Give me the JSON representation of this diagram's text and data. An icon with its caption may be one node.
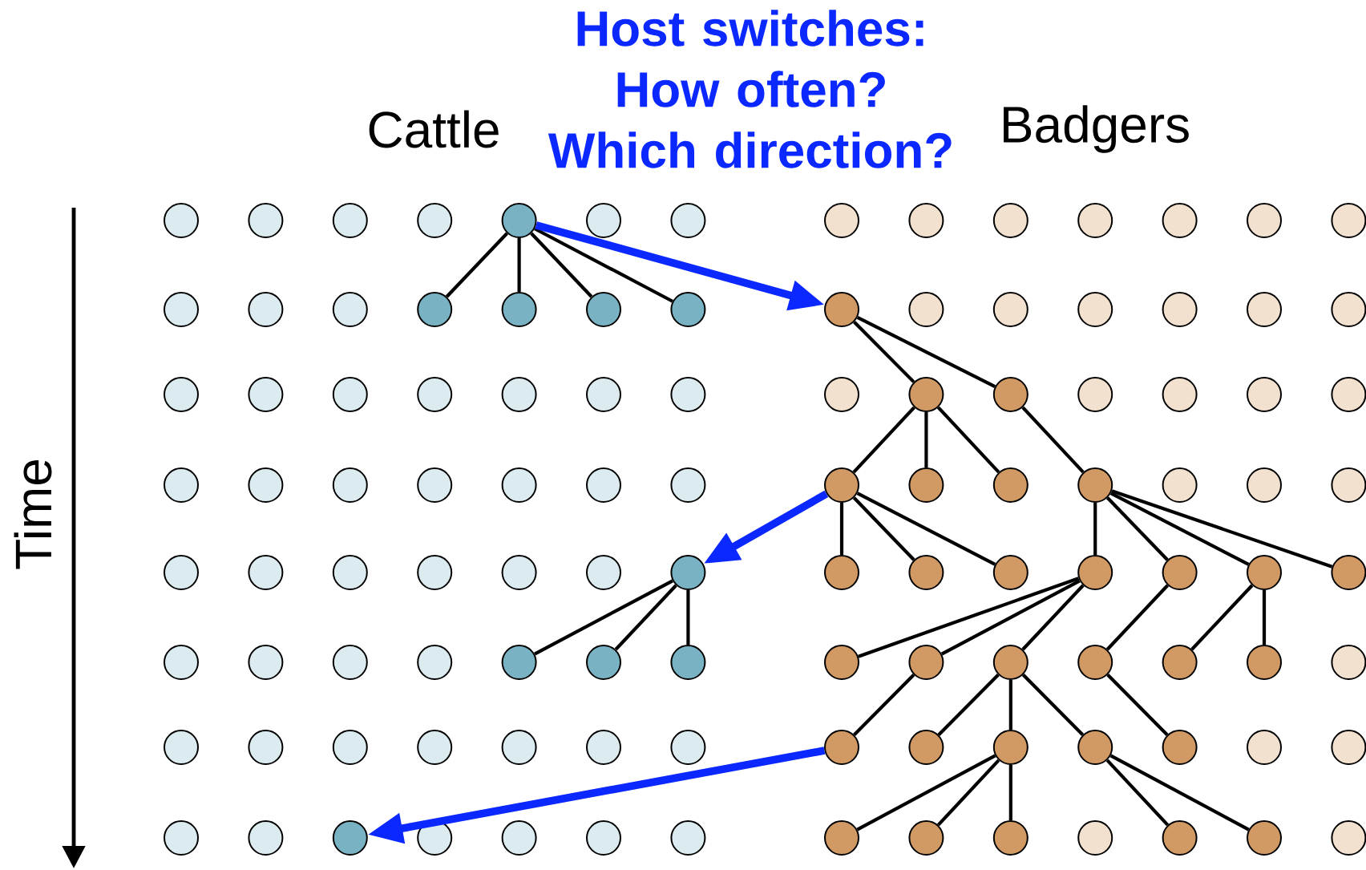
{
  "diagram": {
    "title": "Host switches: How often? Which direction?",
    "nodes": [
      {
        "text": [],
        "shape": "circle"
      },
      {
        "text": [],
        "shape": "circle"
      },
      {
        "text": [],
        "shape": "circle"
      },
      {
        "text": [],
        "shape": "circle"
      },
      {
        "text": [],
        "shape": "circle"
      },
      {
        "text": [],
        "shape": "circle"
      },
      {
        "text": [],
        "shape": "circle"
      },
      {
        "text": [],
        "shape": "circle"
      },
      {
        "text": [],
        "shape": "circle"
      },
      {
        "text": [],
        "shape": "circle"
      },
      {
        "text": [],
        "shape": "circle"
      },
      {
        "text": [],
        "shape": "circle"
      },
      {
        "text": [],
        "shape": "circle"
      },
      {
        "text": [],
        "shape": "circle"
      },
      {
        "text": [],
        "shape": "circle"
      },
      {
        "text": [],
        "shape": "circle"
      },
      {
        "text": [],
        "shape": "circle"
      },
      {
        "text": [],
        "shape": "circle"
      },
      {
        "text": [],
        "shape": "circle"
      },
      {
        "text": [],
        "shape": "circle"
      },
      {
        "text": [],
        "shape": "circle"
      },
      {
        "text": [],
        "shape": "circle"
      },
      {
        "text": [],
        "shape": "circle"
      },
      {
        "text": [],
        "shape": "circle"
      },
      {
        "text": [],
        "shape": "circle"
      },
      {
        "text": [],
        "shape": "circle"
      },
      {
        "text": [],
        "shape": "circle"
      },
      {
        "text": [],
        "shape": "circle"
      },
      {
        "text": [],
        "shape": "circle"
      },
      {
        "text": [],
        "shape": "circle"
      },
      {
        "text": [],
        "shape": "circle"
      },
      {
        "text": [],
        "shape": "circle"
      },
      {
        "text": [],
        "shape": "circle"
      },
      {
        "text": [],
        "shape": "circle"
      },
      {
        "text": [],
        "shape": "circle"
      },
      {
        "text": [],
        "shape": "circle"
      },
      {
        "text": [],
        "shape": "circle"
      },
      {
        "text": [],
        "shape": "circle"
      },
      {
        "text": [],
        "shape": "circle"
      },
      {
        "text": [],
        "shape": "circle"
      },
      {
        "text": [],
        "shape": "circle"
      },
      {
        "text": [],
        "shape": "circle"
      },
      {
        "text": [],
        "shape": "circle"
      },
      {
        "text": [],
        "shape": "circle"
      },
      {
        "text": [],
        "shape": "circle"
      },
      {
        "text": [],
        "shape": "circle"
      },
      {
        "text": [],
        "shape": "circle"
      },
      {
        "text": [],
        "shape": "circle"
      },
      {
        "text": [],
        "shape": "circle"
      },
      {
        "text": [],
        "shape": "circle"
      },
      {
        "text": [],
        "shape": "circle"
      },
      {
        "text": [],
        "shape": "circle"
      },
      {
        "text": [],
        "shape": "circle"
      },
      {
        "text": [],
        "shape": "circle"
      },
      {
        "text": [],
        "shape": "circle"
      },
      {
        "text": [],
        "shape": "circle"
      },
      {
        "text": [],
        "shape": "circle"
      },
      {
        "text": [],
        "shape": "circle"
      },
      {
        "text": [],
        "shape": "circle"
      },
      {
        "text": [],
        "shape": "circle"
      },
      {
        "text": [],
        "shape": "circle"
      },
      {
        "text": [],
        "shape": "circle"
      },
      {
        "text": [],
        "shape": "circle"
      },
      {
        "text": [],
        "shape": "circle"
      },
      {
        "text": [],
        "shape": "circle"
      },
      {
        "text": [],
        "shape": "circle"
      },
      {
        "text": [],
        "shape": "circle"
      },
      {
        "text": [],
        "shape": "circle"
      },
      {
        "text": [],
        "shape": "circle"
      },
      {
        "text": [],
        "shape": "circle"
      },
      {
        "text": [],
        "shape": "circle"
      },
      {
        "text": [],
        "shape": "circle"
      },
      {
        "text": [],
        "shape": "circle"
      },
      {
        "text": [],
        "shape": "circle"
      },
      {
        "text": [],
        "shape": "circle"
      },
      {
        "text": [],
        "shape": "circle"
      },
      {
        "text": [],
        "shape": "circle"
      },
      {
        "text": [],
        "shape": "circle"
      },
      {
        "text": [],
        "shape": "circle"
      },
      {
        "text": [],
        "shape": "circle"
      },
      {
        "text": [],
        "shape": "circle"
      },
      {
        "text": [],
        "shape": "circle"
      },
      {
        "text": [],
        "shape": "circle"
      },
      {
        "text": [],
        "shape": "circle"
      },
      {
        "text": [],
        "shape": "circle"
      },
      {
        "text": [],
        "shape": "circle"
      },
      {
        "text": [],
        "shape": "circle"
      },
      {
        "text": [],
        "shape": "circle"
      },
      {
        "text": [],
        "shape": "circle"
      },
      {
        "text": [],
        "shape": "circle"
      },
      {
        "text": [],
        "shape": "circle"
      },
      {
        "text": [],
        "shape": "circle"
      },
      {
        "text": [],
        "shape": "circle"
      },
      {
        "text": [],
        "shape": "circle"
      },
      {
        "text": [],
        "shape": "circle"
      },
      {
        "text": [],
        "shape": "circle"
      },
      {
        "text": [],
        "shape": "circle"
      },
      {
        "text": [],
        "shape": "circle"
      },
      {
        "text": [],
        "shape": "circle"
      },
      {
        "text": [],
        "shape": "circle"
      },
      {
        "text": [],
        "shape": "circle"
      },
      {
        "text": [],
        "shape": "circle"
      },
      {
        "text": [],
        "shape": "circle"
      },
      {
        "text": [],
        "shape": "circle"
      },
      {
        "text": [],
        "shape": "circle"
      },
      {
        "text": [],
        "shape": "circle"
      },
      {
        "text": [],
        "shape": "circle"
      },
      {
        "text": [],
        "shape": "circle"
      },
      {
        "text": [],
        "shape": "circle"
      },
      {
        "text": [],
        "shape": "circle"
      },
      {
        "text": [],
        "shape": "circle"
      },
      {
        "text": [],
        "shape": "circle"
      }
    ],
    "edges": [
      {
        "from": 4,
        "to": 17,
        "arrow": "none"
      },
      {
        "from": 4,
        "to": 18,
        "arrow": "none"
      },
      {
        "from": 4,
        "to": 19,
        "arrow": "none"
      },
      {
        "from": 4,
        "to": 20,
        "arrow": "none"
      },
      {
        "from": 4,
        "to": 21,
        "arrow": "to",
        "style": "thick",
        "color": "#0a28ff"
      },
      {
        "from": 21,
        "to": 36,
        "arrow": "none"
      },
      {
        "from": 21,
        "to": 37,
        "arrow": "none"
      },
      {
        "from": 36,
        "to": 49,
        "arrow": "none"
      },
      {
        "from": 36,
        "to": 50,
        "arrow": "none"
      },
      {
        "from": 36,
        "to": 51,
        "arrow": "none"
      },
      {
        "from": 37,
        "to": 52,
        "arrow": "none"
      },
      {
        "from": 49,
        "to": 63,
        "arrow": "none"
      },
      {
        "from": 49,
        "to": 64,
        "arrow": "none"
      },
      {
        "from": 49,
        "to": 65,
        "arrow": "none"
      },
      {
        "from": 49,
        "to": 62,
        "arrow": "to",
        "style": "thick",
        "color": "#0a28ff"
      },
      {
        "from": 52,
        "to": 66,
        "arrow": "none"
      },
      {
        "from": 52,
        "to": 67,
        "arrow": "none"
      },
      {
        "from": 52,
        "to": 68,
        "arrow": "none"
      },
      {
        "from": 52,
        "to": 69,
        "arrow": "none"
      },
      {
        "from": 62,
        "to": 74,
        "arrow": "none"
      },
      {
        "from": 62,
        "to": 75,
        "arrow": "none"
      },
      {
        "from": 62,
        "to": 76,
        "arrow": "none"
      },
      {
        "from": 66,
        "to": 77,
        "arrow": "none"
      },
      {
        "from": 66,
        "to": 78,
        "arrow": "none"
      },
      {
        "from": 66,
        "to": 79,
        "arrow": "none"
      },
      {
        "from": 67,
        "to": 80,
        "arrow": "none"
      },
      {
        "from": 68,
        "to": 81,
        "arrow": "none"
      },
      {
        "from": 68,
        "to": 82,
        "arrow": "none"
      },
      {
        "from": 78,
        "to": 91,
        "arrow": "none"
      },
      {
        "from": 79,
        "to": 92,
        "arrow": "none"
      },
      {
        "from": 79,
        "to": 93,
        "arrow": "none"
      },
      {
        "from": 79,
        "to": 94,
        "arrow": "none"
      },
      {
        "from": 80,
        "to": 95,
        "arrow": "none"
      },
      {
        "from": 91,
        "to": 100,
        "arrow": "to",
        "style": "thick",
        "color": "#0a28ff"
      },
      {
        "from": 93,
        "to": 105,
        "arrow": "none"
      },
      {
        "from": 93,
        "to": 106,
        "arrow": "none"
      },
      {
        "from": 93,
        "to": 107,
        "arrow": "none"
      },
      {
        "from": 94,
        "to": 109,
        "arrow": "none"
      },
      {
        "from": 94,
        "to": 110,
        "arrow": "none"
      }
    ],
    "labels": [
      "Cattle",
      "Badgers",
      "Time"
    ]
  }
}
